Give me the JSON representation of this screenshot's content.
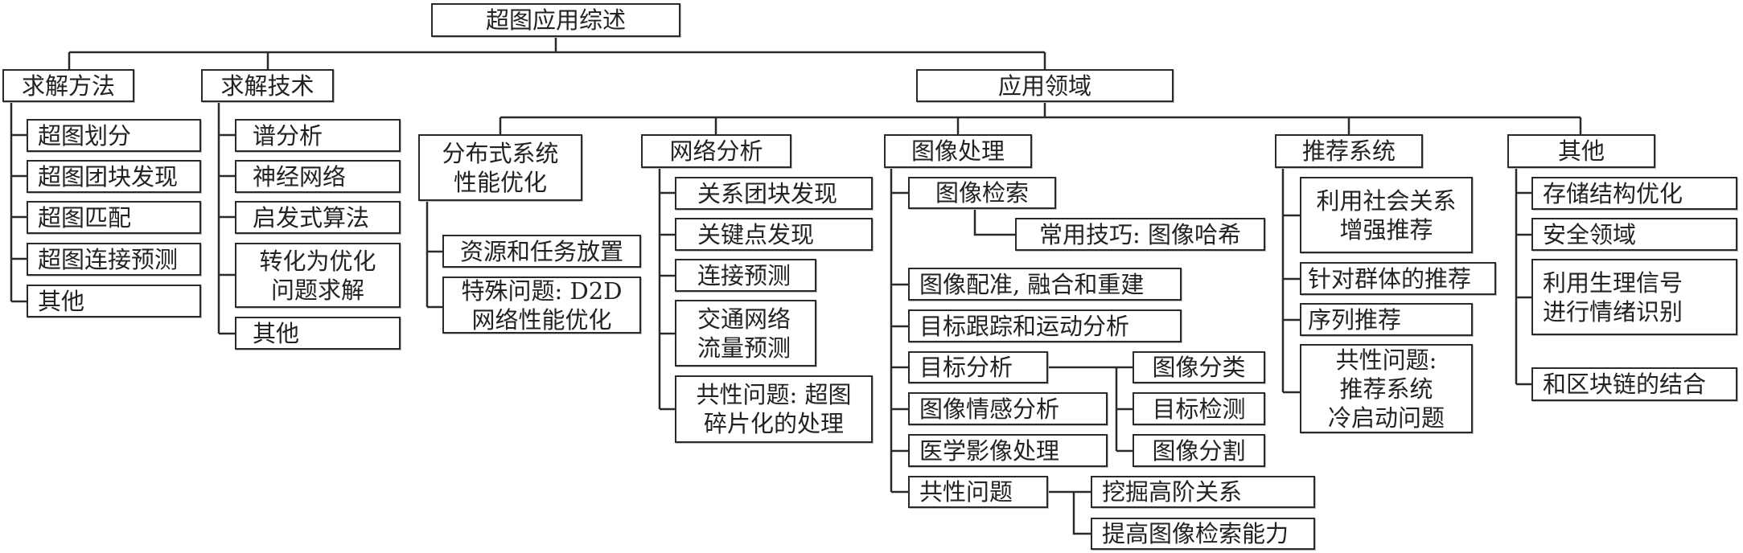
{
  "root": "超图应用综述",
  "level1": {
    "methods": {
      "label": "求解方法",
      "children": [
        "超图划分",
        "超图团块发现",
        "超图匹配",
        "超图连接预测",
        "其他"
      ]
    },
    "techniques": {
      "label": "求解技术",
      "children": [
        "谱分析",
        "神经网络",
        "启发式算法",
        "转化为优化\n问题求解",
        "其他"
      ]
    },
    "applications": {
      "label": "应用领域",
      "domains": {
        "distributed": {
          "label": "分布式系统\n性能优化",
          "children": [
            "资源和任务放置",
            "特殊问题: D2D\n网络性能优化"
          ]
        },
        "network": {
          "label": "网络分析",
          "children": [
            "关系团块发现",
            "关键点发现",
            "连接预测",
            "交通网络\n流量预测",
            "共性问题: 超图\n碎片化的处理"
          ]
        },
        "image": {
          "label": "图像处理",
          "retrieval": {
            "label": "图像检索",
            "tip": "常用技巧: 图像哈希"
          },
          "children": [
            "图像配准, 融合和重建",
            "目标跟踪和运动分析"
          ],
          "object_analysis": {
            "label": "目标分析",
            "children": [
              "图像分类",
              "目标检测",
              "图像分割"
            ]
          },
          "more": [
            "图像情感分析",
            "医学影像处理"
          ],
          "common": {
            "label": "共性问题",
            "children": [
              "挖掘高阶关系",
              "提高图像检索能力"
            ]
          }
        },
        "recommend": {
          "label": "推荐系统",
          "children": [
            "利用社会关系\n增强推荐",
            "针对群体的推荐",
            "序列推荐",
            "共性问题:\n推荐系统\n冷启动问题"
          ]
        },
        "other": {
          "label": "其他",
          "children": [
            "存储结构优化",
            "安全领域",
            "利用生理信号\n进行情绪识别",
            "和区块链的结合"
          ]
        }
      }
    }
  }
}
